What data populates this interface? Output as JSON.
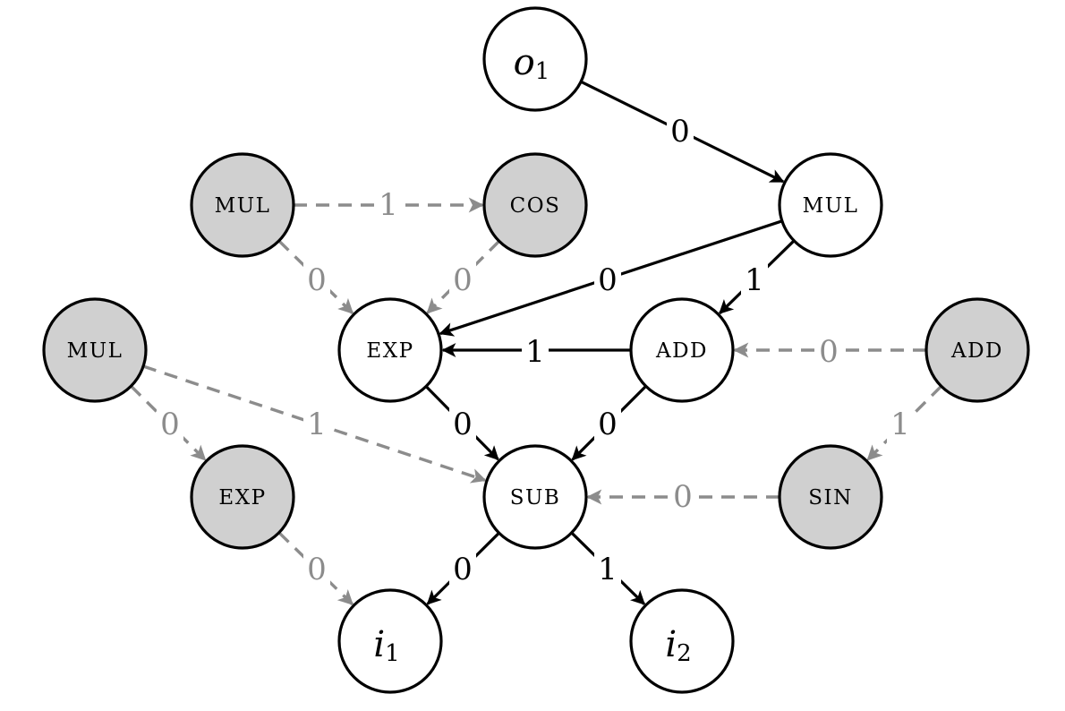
{
  "diagram": {
    "colors": {
      "active_fill": "#ffffff",
      "inactive_fill": "#d0d0d0",
      "node_stroke": "#000000",
      "active_edge": "#000000",
      "inactive_edge": "#8c8c8c",
      "inactive_label": "#8c8c8c"
    },
    "nodes": [
      {
        "id": "o1",
        "kind": "variable",
        "symbol": "o",
        "subscript": "1",
        "active": true
      },
      {
        "id": "mul-right",
        "kind": "op",
        "label": "MUL",
        "active": true
      },
      {
        "id": "mul-top-left",
        "kind": "op",
        "label": "MUL",
        "active": false
      },
      {
        "id": "cos",
        "kind": "op",
        "label": "COS",
        "active": false
      },
      {
        "id": "mul-left",
        "kind": "op",
        "label": "MUL",
        "active": false
      },
      {
        "id": "exp-center",
        "kind": "op",
        "label": "EXP",
        "active": true
      },
      {
        "id": "add-center",
        "kind": "op",
        "label": "ADD",
        "active": true
      },
      {
        "id": "add-right",
        "kind": "op",
        "label": "ADD",
        "active": false
      },
      {
        "id": "exp-left",
        "kind": "op",
        "label": "EXP",
        "active": false
      },
      {
        "id": "sub",
        "kind": "op",
        "label": "SUB",
        "active": true
      },
      {
        "id": "sin",
        "kind": "op",
        "label": "SIN",
        "active": false
      },
      {
        "id": "i1",
        "kind": "variable",
        "symbol": "i",
        "subscript": "1",
        "active": true
      },
      {
        "id": "i2",
        "kind": "variable",
        "symbol": "i",
        "subscript": "2",
        "active": true
      }
    ],
    "edges": [
      {
        "from": "o1",
        "to": "mul-right",
        "label": "0",
        "active": true
      },
      {
        "from": "mul-right",
        "to": "exp-center",
        "label": "0",
        "active": true
      },
      {
        "from": "mul-right",
        "to": "add-center",
        "label": "1",
        "active": true
      },
      {
        "from": "add-center",
        "to": "exp-center",
        "label": "1",
        "active": true
      },
      {
        "from": "exp-center",
        "to": "sub",
        "label": "0",
        "active": true
      },
      {
        "from": "add-center",
        "to": "sub",
        "label": "0",
        "active": true
      },
      {
        "from": "sub",
        "to": "i1",
        "label": "0",
        "active": true
      },
      {
        "from": "sub",
        "to": "i2",
        "label": "1",
        "active": true
      },
      {
        "from": "mul-top-left",
        "to": "cos",
        "label": "1",
        "active": false
      },
      {
        "from": "mul-top-left",
        "to": "exp-center",
        "label": "0",
        "active": false
      },
      {
        "from": "cos",
        "to": "exp-center",
        "label": "0",
        "active": false
      },
      {
        "from": "add-right",
        "to": "add-center",
        "label": "0",
        "active": false
      },
      {
        "from": "add-right",
        "to": "sin",
        "label": "1",
        "active": false
      },
      {
        "from": "sin",
        "to": "sub",
        "label": "0",
        "active": false
      },
      {
        "from": "mul-left",
        "to": "exp-left",
        "label": "0",
        "active": false
      },
      {
        "from": "mul-left",
        "to": "sub",
        "label": "1",
        "active": false
      },
      {
        "from": "exp-left",
        "to": "i1",
        "label": "0",
        "active": false
      }
    ]
  }
}
